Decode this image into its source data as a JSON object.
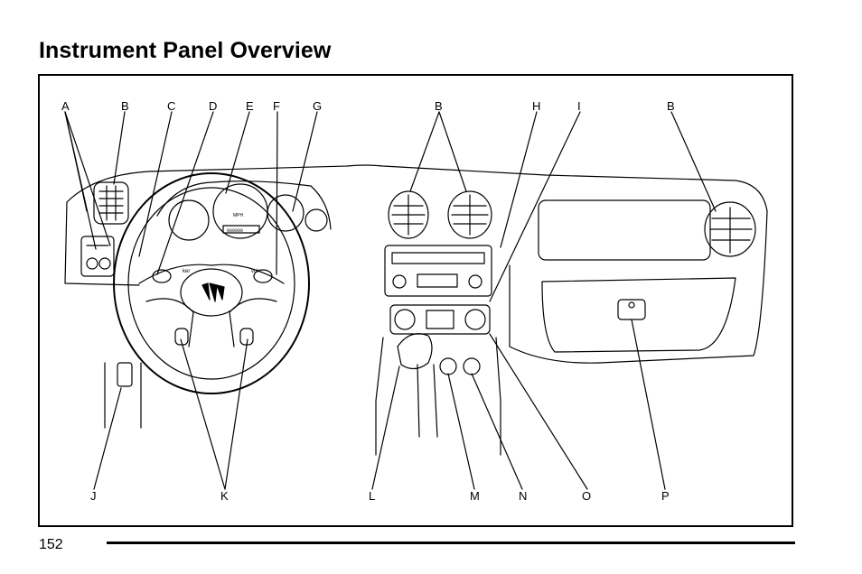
{
  "page": {
    "title": "Instrument Panel Overview",
    "page_number": "152"
  },
  "diagram": {
    "labels_top": [
      "A",
      "B",
      "C",
      "D",
      "E",
      "F",
      "G",
      "B",
      "H",
      "I",
      "B"
    ],
    "labels_bottom": [
      "J",
      "K",
      "L",
      "M",
      "N",
      "O",
      "P"
    ],
    "speedometer_text": "MPH",
    "odometer_text": "000000",
    "horn_left": "ker",
    "horn_right": "vol"
  }
}
